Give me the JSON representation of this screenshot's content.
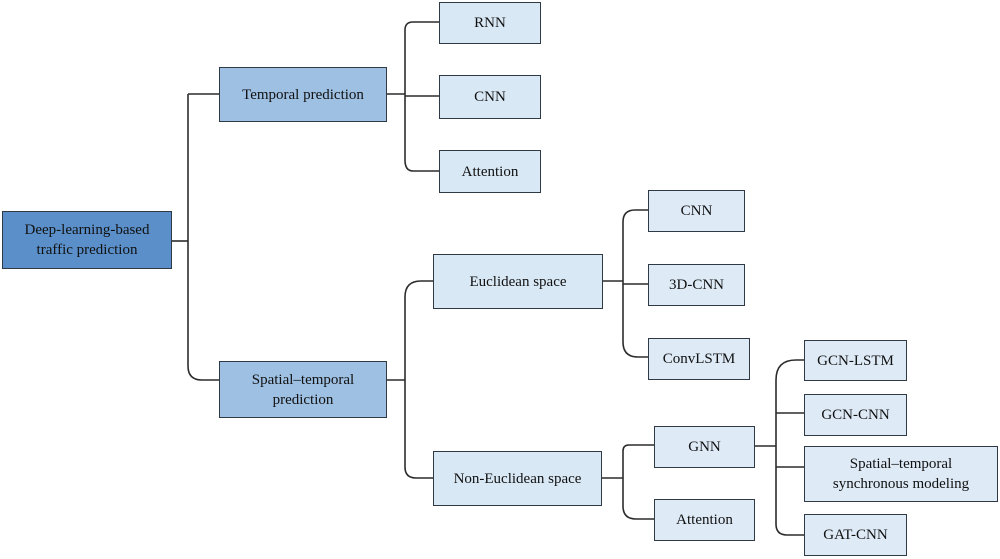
{
  "root": {
    "label": "Deep-learning-based traffic prediction"
  },
  "temporal": {
    "label": "Temporal prediction",
    "children": [
      "RNN",
      "CNN",
      "Attention"
    ]
  },
  "spatiotemporal": {
    "label": "Spatial–temporal prediction",
    "euclidean": {
      "label": "Euclidean space",
      "children": [
        "CNN",
        "3D-CNN",
        "ConvLSTM"
      ]
    },
    "noneuclidean": {
      "label": "Non-Euclidean space",
      "gnn": {
        "label": "GNN",
        "children": [
          "GCN-LSTM",
          "GCN-CNN",
          "Spatial–temporal synchronous modeling",
          "GAT-CNN"
        ]
      },
      "attention": {
        "label": "Attention"
      }
    }
  },
  "colors": {
    "root_fill": "#5a8fc9",
    "level1_fill": "#9ec0e3",
    "leaf_fill": "#deebf7",
    "line": "#2c2c2c"
  }
}
